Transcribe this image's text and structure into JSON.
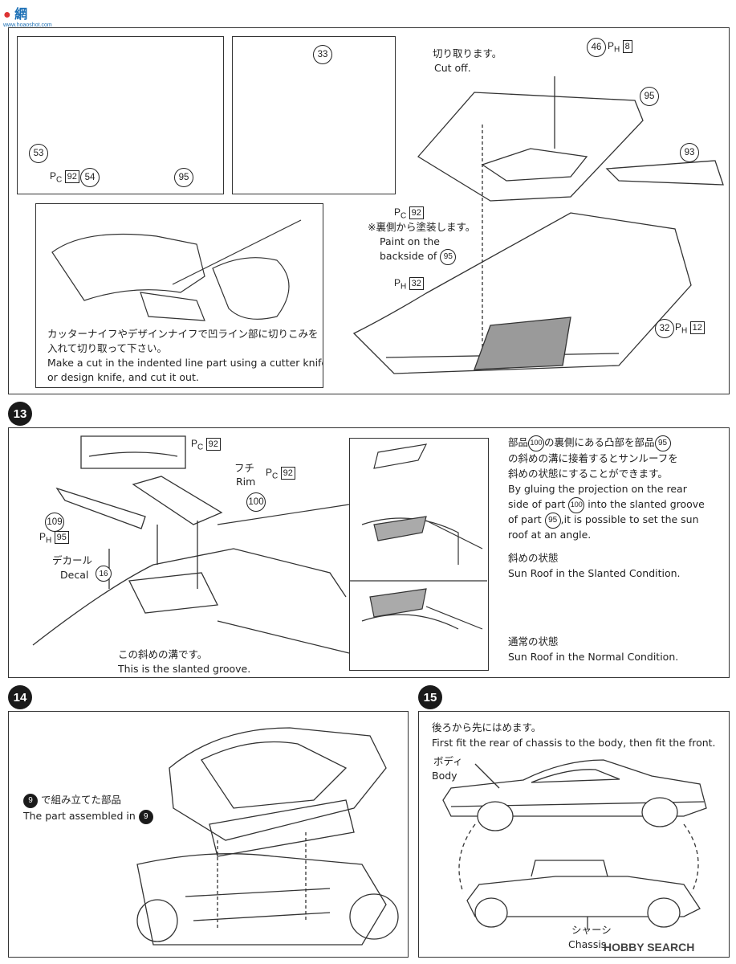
{
  "watermark": {
    "site": "網",
    "sub": "www.hoaoshot.com"
  },
  "footer": {
    "brand": "HOBBY SEARCH"
  },
  "step12": {
    "cut_jp": "切り取ります。",
    "cut_en": "Cut off.",
    "pc92": "92",
    "paint_jp": "※裏側から塗装します。",
    "paint_en1": "Paint on the",
    "paint_en2": "backside of",
    "paint_part": "95",
    "knife_jp1": "カッターナイフやデザインナイフで凹ライン部に切りこみを",
    "knife_jp2": "入れて切り取って下さい。",
    "knife_en1": "Make a cut in the indented line part using a cutter knife",
    "knife_en2": "or design knife, and cut it out.",
    "parts": {
      "p53": "53",
      "p54": "54",
      "p95": "95",
      "p33": "33",
      "p46": "46",
      "p93": "93",
      "p32": "32",
      "pc92": "92",
      "ph8": "8",
      "ph32": "32",
      "ph12": "12"
    }
  },
  "step13": {
    "number": "13",
    "pc92": "92",
    "rim_jp": "フチ",
    "rim_en": "Rim",
    "rim_pc": "92",
    "p109": "109",
    "ph95": "95",
    "p100": "100",
    "decal_jp": "デカール",
    "decal_en": "Decal",
    "decal_num": "16",
    "groove_jp": "この斜めの溝です。",
    "groove_en": "This is the slanted groove.",
    "desc_jp1": "部品",
    "desc_jp1b": "の裏側にある凸部を部品",
    "desc_jp2": "の斜めの溝に接着するとサンルーフを",
    "desc_jp3": "斜めの状態にすることができます。",
    "desc_en1": "By gluing the projection on the rear",
    "desc_en2": "side of part",
    "desc_en2b": "into the slanted groove",
    "desc_en3": "of part",
    "desc_en3b": ",it is possible to set the sun",
    "desc_en4": "roof at an angle.",
    "desc_p100": "100",
    "desc_p95": "95",
    "slant_jp": "斜めの状態",
    "slant_en": "Sun Roof in the Slanted Condition.",
    "normal_jp": "通常の状態",
    "normal_en": "Sun Roof in the Normal Condition."
  },
  "step14": {
    "number": "14",
    "ref_num": "9",
    "label_jp": "で組み立てた部品",
    "label_en": "The part assembled in"
  },
  "step15": {
    "number": "15",
    "intro_jp": "後ろから先にはめます。",
    "intro_en": "First fit the rear of chassis to the body, then fit the front.",
    "body_jp": "ボディ",
    "body_en": "Body",
    "chassis_jp": "シャーシ",
    "chassis_en": "Chassis"
  },
  "ph_label": "P",
  "ph_sub": "H",
  "pc_sub": "C"
}
